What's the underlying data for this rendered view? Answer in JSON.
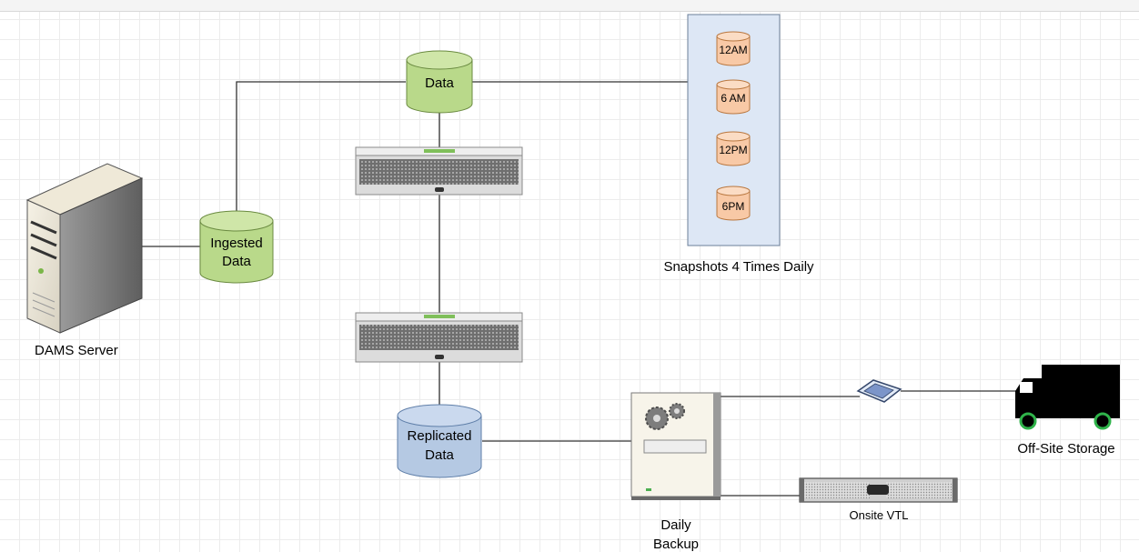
{
  "diagram": {
    "server": {
      "label": "DAMS Server"
    },
    "ingested": {
      "line1": "Ingested",
      "line2": "Data",
      "color": "#b9d98a"
    },
    "data_store": {
      "label": "Data",
      "color": "#b9d98a"
    },
    "replicated": {
      "line1": "Replicated",
      "line2": "Data",
      "color": "#b5c9e3"
    },
    "snapshots": {
      "caption": "Snapshots 4 Times Daily",
      "panel_color": "#dde7f5",
      "item_color": "#f8c9a6",
      "items": [
        {
          "label": "12AM"
        },
        {
          "label": "6 AM"
        },
        {
          "label": "12PM"
        },
        {
          "label": "6PM"
        }
      ]
    },
    "backup": {
      "line1": "Daily",
      "line2": "Backup"
    },
    "offsite": {
      "label": "Off-Site Storage",
      "truck_color": "#000000",
      "wheel_color": "#2fb34a"
    },
    "vtl": {
      "label": "Onsite VTL"
    }
  }
}
